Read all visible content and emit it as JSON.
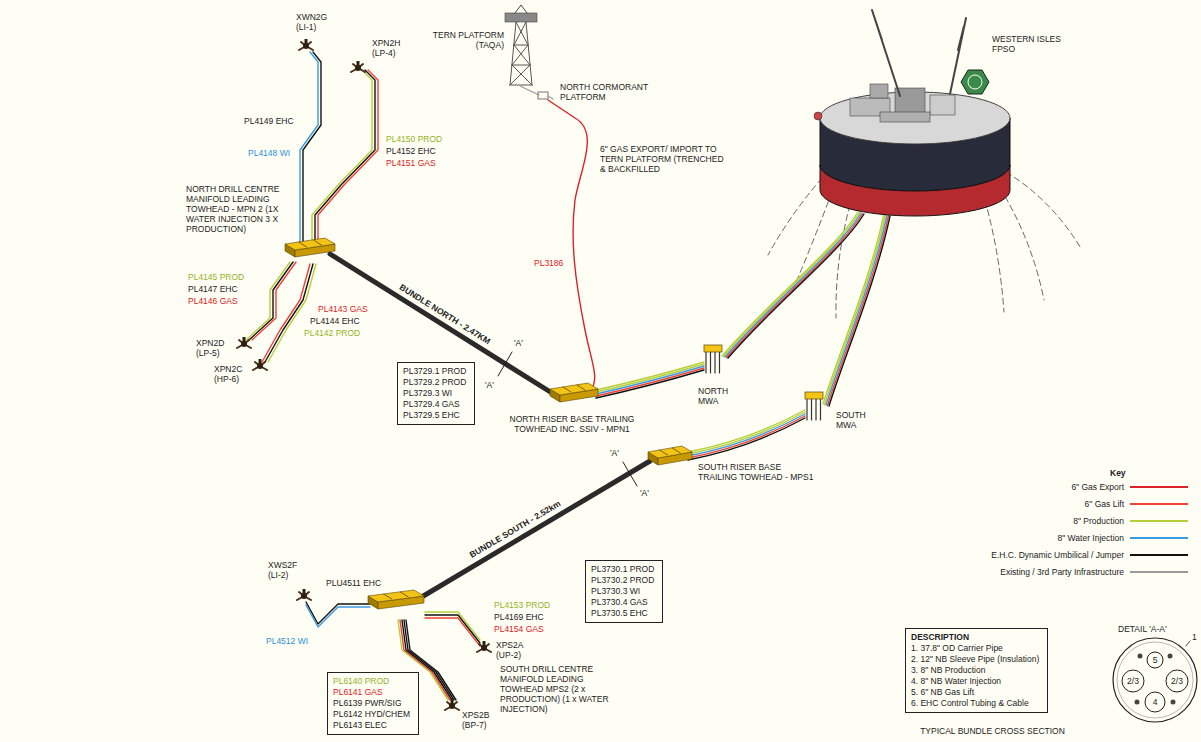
{
  "diagram": {
    "nodes": [
      {
        "text": [
          "PL3729.1 PROD",
          "PL3729.2 PROD",
          "PL3729.3 WI",
          "PL3729.4 GAS",
          "PL3729.5 EHC"
        ]
      },
      {
        "text": [
          "PL3730.1 PROD",
          "PL3730.2 PROD",
          "PL3730.3 WI",
          "PL3730.4 GAS",
          "PL3730.5 EHC"
        ]
      },
      {
        "text": [
          "PL6140 PROD",
          "PL6141 GAS",
          "PL6139 PWR/SIG",
          "PL6142 HYD/CHEM",
          "PL6143 ELEC"
        ]
      },
      {
        "text": [
          "DESCRIPTION",
          "1. 37.8\" OD Carrier Pipe",
          "2. 12\" NB Sleeve Pipe (Insulation)",
          "3. 8\" NB Production",
          "4. 8\" NB Water Injection",
          "5. 6\" NB Gas Lift",
          "6. EHC Control Tubing & Cable"
        ]
      }
    ],
    "labels": [
      "XWN2G (LI-1)",
      "XPN2H (LP-4)",
      "TERN PLATFORM (TAQA)",
      "NORTH CORMORANT PLATFORM",
      "WESTERN ISLES FPSO",
      "6\" GAS EXPORT/ IMPORT TO TERN PLATFORM (TRENCHED & BACKFILLED",
      "PL3186",
      "PL4149 EHC",
      "PL4148 WI",
      "PL4150 PROD",
      "PL4152 EHC",
      "PL4151 GAS",
      "NORTH DRILL CENTRE MANIFOLD LEADING TOWHEAD - MPN 2 (1X WATER INJECTION 3 X PRODUCTION)",
      "PL4145 PROD",
      "PL4147 EHC",
      "PL4146 GAS",
      "PL4143 GAS",
      "PL4144 EHC",
      "PL4142 PROD",
      "XPN2D (LP-5)",
      "XPN2C (HP-6)",
      "BUNDLE NORTH - 2.47KM",
      "'A'",
      "'A'",
      "NORTH RISER BASE TRAILING TOWHEAD INC. SSIV - MPN1",
      "NORTH MWA",
      "SOUTH MWA",
      "SOUTH RISER BASE TRAILING TOWHEAD - MPS1",
      "'A'",
      "'A'",
      "BUNDLE SOUTH - 2.52km",
      "XWS2F (LI-2)",
      "PLU4511 EHC",
      "PL4512 WI",
      "PL4153 PROD",
      "PL4169 EHC",
      "PL4154 GAS",
      "XPS2A (UP-2)",
      "SOUTH DRILL CENTRE MANIFOLD LEADING TOWHEAD MPS2 (2 x PRODUCTION) (1 x WATER INJECTION)",
      "XPS2B (BP-7)",
      "Key",
      "DETAIL 'A-A'",
      "1",
      "5",
      "2/3",
      "2/3",
      "4",
      "TYPICAL BUNDLE CROSS SECTION"
    ],
    "legend": [
      {
        "text": "6\" Gas Export",
        "color": "#d9232a"
      },
      {
        "text": "6\" Gas Lift",
        "color": "#ef4136"
      },
      {
        "text": "8\" Production",
        "color": "#b5cf3a"
      },
      {
        "text": "8\" Water Injection",
        "color": "#3b9be0"
      },
      {
        "text": "E.H.C. Dynamic Umbilical / Jumper",
        "color": "#111111"
      },
      {
        "text": "Existing / 3rd Party Infrastructure",
        "color": "#999999"
      }
    ]
  }
}
